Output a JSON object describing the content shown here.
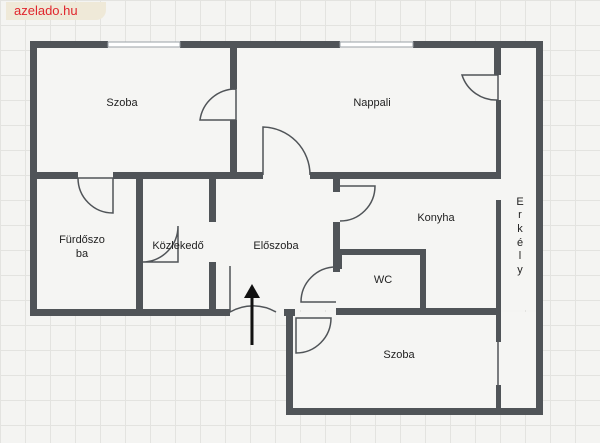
{
  "site": {
    "name": "azelado.hu"
  },
  "rooms": {
    "szoba_1": "Szoba",
    "nappali": "Nappali",
    "furdoszoba_line1": "Fürdőszo",
    "furdoszoba_line2": "ba",
    "kozlekedo": "Közlekedő",
    "eloszoba": "Előszoba",
    "konyha": "Konyha",
    "wc": "WC",
    "szoba_2": "Szoba",
    "erkely": [
      "E",
      "r",
      "k",
      "é",
      "l",
      "y"
    ]
  },
  "colors": {
    "wall": "#505458",
    "floor": "#f5f5f3",
    "grid": "#e3e3e0",
    "watermark_text": "#e0262d",
    "watermark_bg": "#efe9d8"
  },
  "icons": {
    "entrance": "arrow-up-icon"
  }
}
